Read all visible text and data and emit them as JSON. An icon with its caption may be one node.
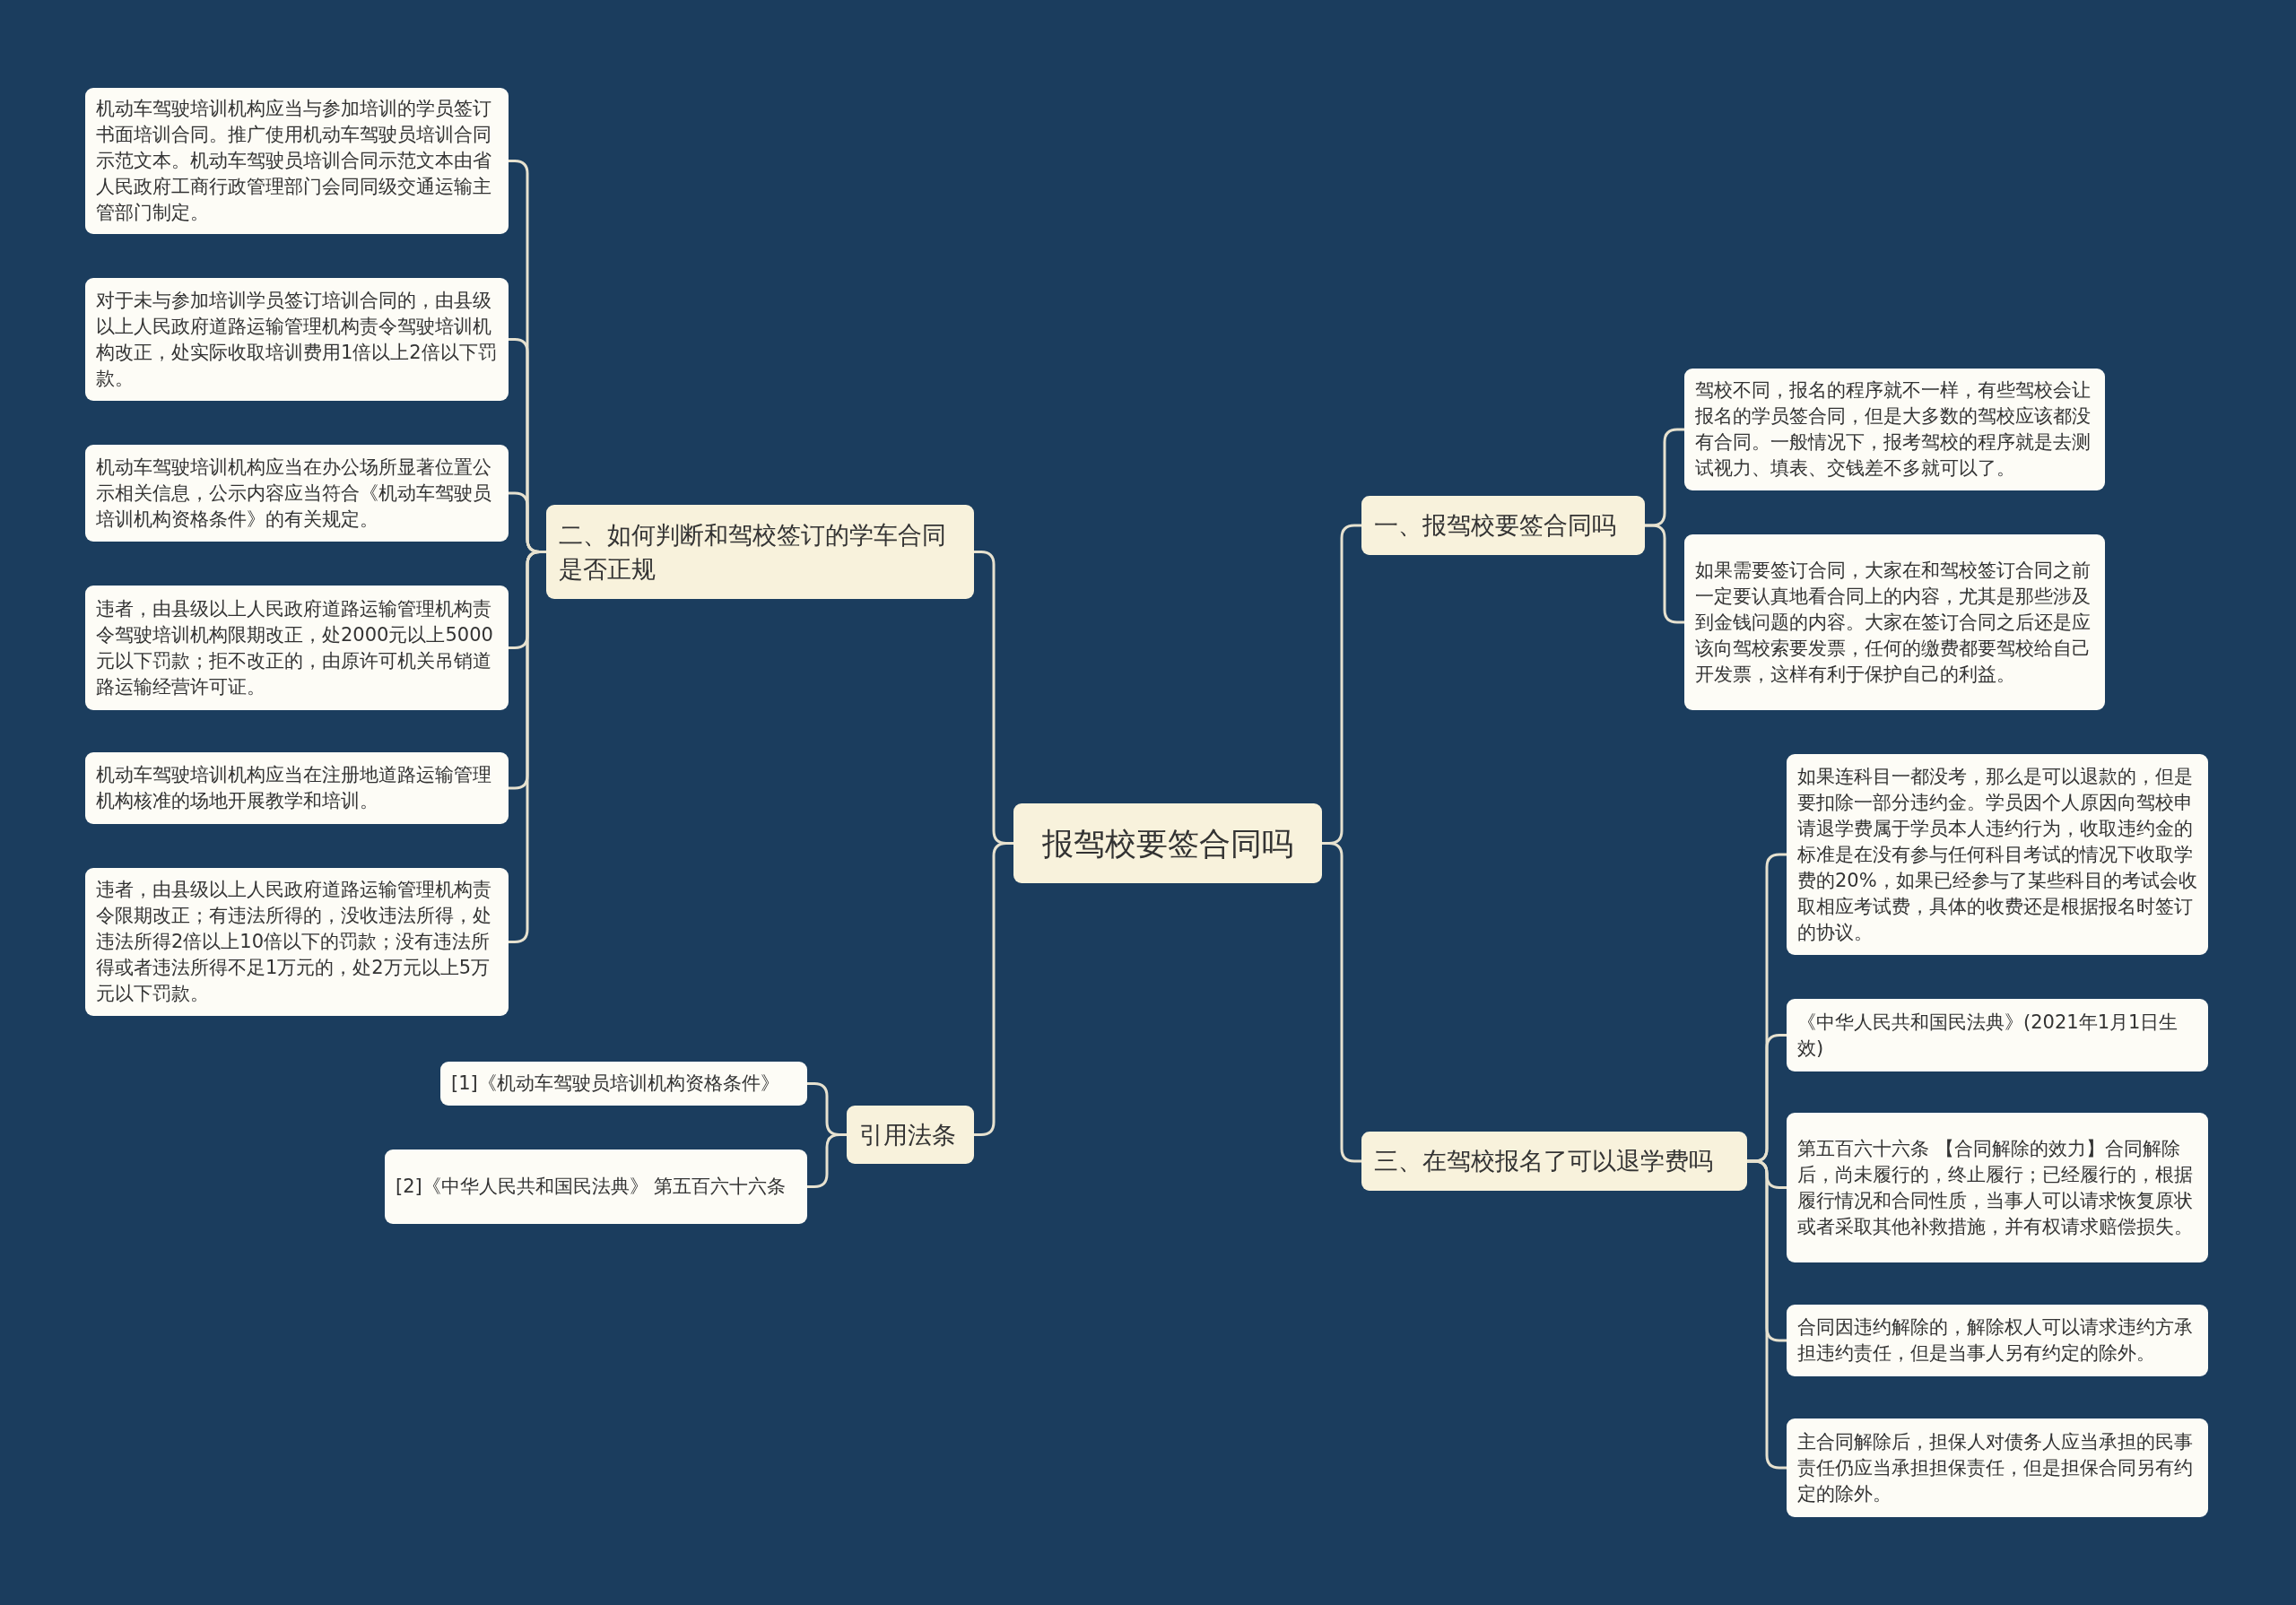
{
  "diagram": {
    "nodes": [
      {
        "text": [
          "报驾校要签合同吗"
        ]
      },
      {
        "text": [
          "一、报驾校要签合同吗"
        ]
      },
      {
        "text": [
          "驾校不同，报名的程序就不一样，有些驾校会让报名的学员签合同，但是大多数的驾校应该都没有合同。一般情况下，报考驾校的程序就是去测试视力、填表、交钱差不多就可以了。"
        ]
      },
      {
        "text": [
          "如果需要签订合同，大家在和驾校签订合同之前一定要认真地看合同上的内容，尤其是那些涉及到金钱问题的内容。大家在签订合同之后还是应该向驾校索要发票，任何的缴费都要驾校给自己开发票，这样有利于保护自己的利益。"
        ]
      },
      {
        "text": [
          "二、如何判断和驾校签订的学车合同是否正规"
        ]
      },
      {
        "text": [
          "机动车驾驶培训机构应当与参加培训的学员签订书面培训合同。推广使用机动车驾驶员培训合同示范文本。机动车驾驶员培训合同示范文本由省人民政府工商行政管理部门会同同级交通运输主管部门制定。"
        ]
      },
      {
        "text": [
          "对于未与参加培训学员签订培训合同的，由县级以上人民政府道路运输管理机构责令驾驶培训机构改正，处实际收取培训费用1倍以上2倍以下罚款。"
        ]
      },
      {
        "text": [
          "机动车驾驶培训机构应当在办公场所显著位置公示相关信息，公示内容应当符合《机动车驾驶员培训机构资格条件》的有关规定。"
        ]
      },
      {
        "text": [
          "违者，由县级以上人民政府道路运输管理机构责令驾驶培训机构限期改正，处2000元以上5000元以下罚款；拒不改正的，由原许可机关吊销道路运输经营许可证。"
        ]
      },
      {
        "text": [
          "机动车驾驶培训机构应当在注册地道路运输管理机构核准的场地开展教学和培训。"
        ]
      },
      {
        "text": [
          "违者，由县级以上人民政府道路运输管理机构责令限期改正；有违法所得的，没收违法所得，处违法所得2倍以上10倍以下的罚款；没有违法所得或者违法所得不足1万元的，处2万元以上5万元以下罚款。"
        ]
      },
      {
        "text": [
          "三、在驾校报名了可以退学费吗"
        ]
      },
      {
        "text": [
          "如果连科目一都没考，那么是可以退款的，但是要扣除一部分违约金。学员因个人原因向驾校申请退学费属于学员本人违约行为，收取违约金的标准是在没有参与任何科目考试的情况下收取学费的20%，如果已经参与了某些科目的考试会收取相应考试费，具体的收费还是根据报名时签订的协议。"
        ]
      },
      {
        "text": [
          "《中华人民共和国民法典》(2021年1月1日生效)"
        ]
      },
      {
        "text": [
          "第五百六十六条 【合同解除的效力】合同解除后，尚未履行的，终止履行；已经履行的，根据履行情况和合同性质，当事人可以请求恢复原状或者采取其他补救措施，并有权请求赔偿损失。"
        ]
      },
      {
        "text": [
          "合同因违约解除的，解除权人可以请求违约方承担违约责任，但是当事人另有约定的除外。"
        ]
      },
      {
        "text": [
          "主合同解除后，担保人对债务人应当承担的民事责任仍应当承担担保责任，但是担保合同另有约定的除外。"
        ]
      },
      {
        "text": [
          "引用法条"
        ]
      },
      {
        "text": [
          "[1]《机动车驾驶员培训机构资格条件》"
        ]
      },
      {
        "text": [
          "[2]《中华人民共和国民法典》 第五百六十六条"
        ]
      }
    ],
    "edges": [
      {
        "from": 0,
        "to": 1,
        "arrow": "none"
      },
      {
        "from": 1,
        "to": 2,
        "arrow": "none"
      },
      {
        "from": 1,
        "to": 3,
        "arrow": "none"
      },
      {
        "from": 0,
        "to": 4,
        "arrow": "none"
      },
      {
        "from": 4,
        "to": 5,
        "arrow": "none"
      },
      {
        "from": 4,
        "to": 6,
        "arrow": "none"
      },
      {
        "from": 4,
        "to": 7,
        "arrow": "none"
      },
      {
        "from": 4,
        "to": 8,
        "arrow": "none"
      },
      {
        "from": 4,
        "to": 9,
        "arrow": "none"
      },
      {
        "from": 4,
        "to": 10,
        "arrow": "none"
      },
      {
        "from": 0,
        "to": 11,
        "arrow": "none"
      },
      {
        "from": 11,
        "to": 12,
        "arrow": "none"
      },
      {
        "from": 11,
        "to": 13,
        "arrow": "none"
      },
      {
        "from": 11,
        "to": 14,
        "arrow": "none"
      },
      {
        "from": 11,
        "to": 15,
        "arrow": "none"
      },
      {
        "from": 11,
        "to": 16,
        "arrow": "none"
      },
      {
        "from": 0,
        "to": 17,
        "arrow": "none"
      },
      {
        "from": 17,
        "to": 18,
        "arrow": "none"
      },
      {
        "from": 17,
        "to": 19,
        "arrow": "none"
      }
    ]
  }
}
